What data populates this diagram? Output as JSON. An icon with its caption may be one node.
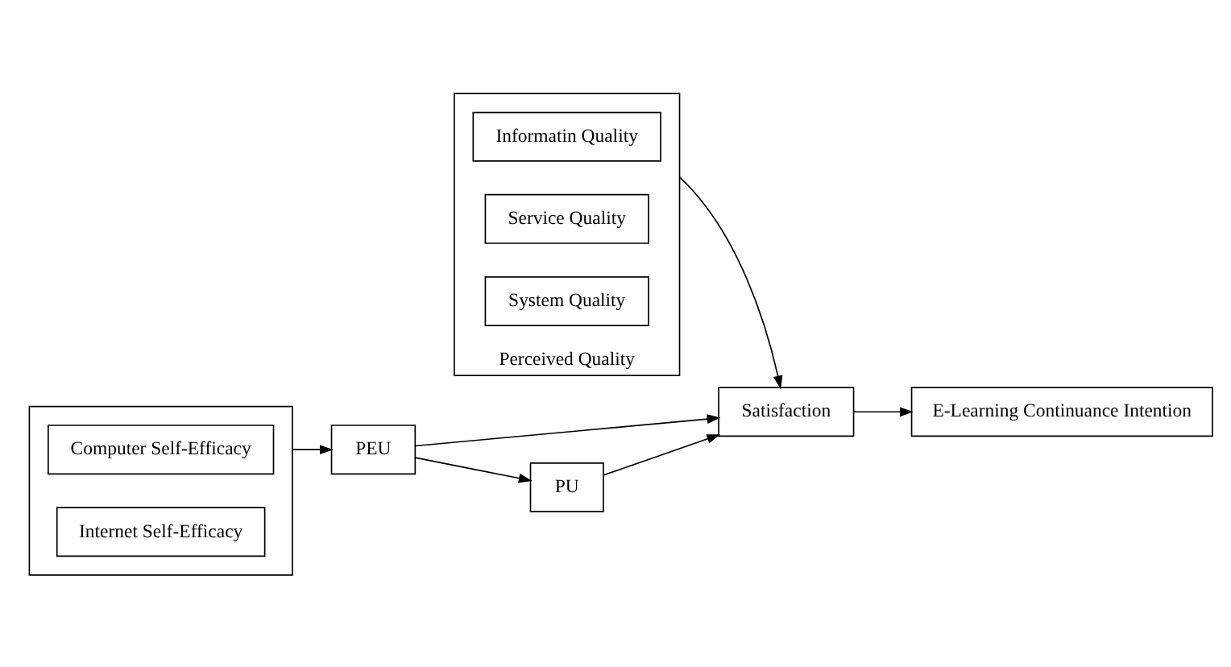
{
  "diagram": {
    "nodes": [
      {
        "text": [
          "Perceived Quality"
        ]
      },
      {
        "text": [
          "Informatin Quality"
        ],
        "in": 0
      },
      {
        "text": [
          "Service Quality"
        ],
        "in": 0
      },
      {
        "text": [
          "System Quality"
        ],
        "in": 0
      },
      {
        "text": [
          "Satisfaction"
        ]
      },
      {
        "text": [
          "E-Learning Continuance Intention"
        ]
      },
      {
        "text": [
          "PU"
        ]
      },
      {
        "text": [
          "PEU"
        ]
      },
      {
        "text": [],
        "shape": "box"
      },
      {
        "text": [
          "Computer Self-Efficacy"
        ],
        "in": 8
      },
      {
        "text": [
          "Internet Self-Efficacy"
        ],
        "in": 8
      }
    ],
    "edges": [
      {
        "from": 0,
        "to": 4,
        "arrow": "to"
      },
      {
        "from": 4,
        "to": 5,
        "arrow": "to"
      },
      {
        "from": 6,
        "to": 4,
        "arrow": "to"
      },
      {
        "from": 7,
        "to": 4,
        "arrow": "to"
      },
      {
        "from": 7,
        "to": 6,
        "arrow": "to"
      },
      {
        "from": 8,
        "to": 7,
        "arrow": "to"
      }
    ]
  }
}
